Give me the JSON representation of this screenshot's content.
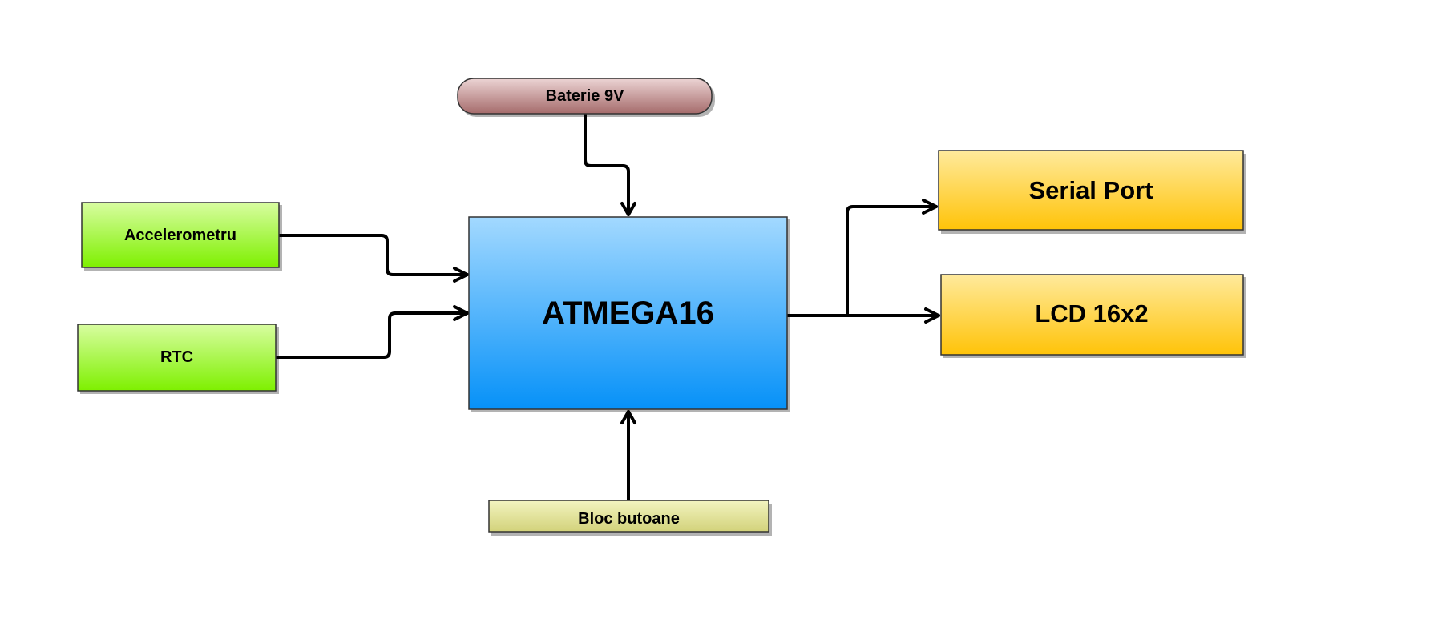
{
  "nodes": {
    "battery": {
      "label": "Baterie 9V"
    },
    "mcu": {
      "label": "ATMEGA16"
    },
    "accelerometer": {
      "label": "Accelerometru"
    },
    "rtc": {
      "label": "RTC"
    },
    "serial": {
      "label": "Serial Port"
    },
    "lcd": {
      "label": "LCD 16x2"
    },
    "buttons": {
      "label": "Bloc butoane"
    }
  }
}
